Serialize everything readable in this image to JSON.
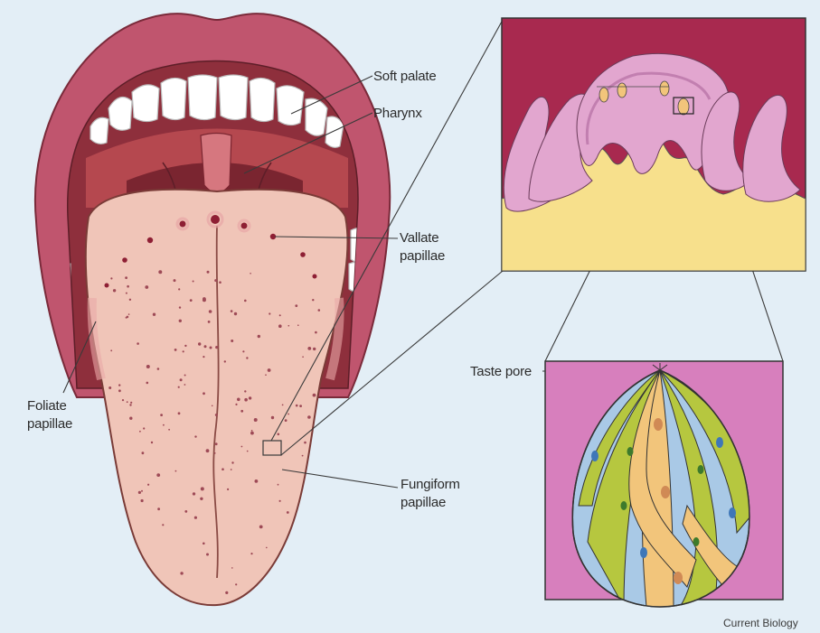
{
  "labels": {
    "soft_palate": "Soft palate",
    "pharynx": "Pharynx",
    "vallate_1": "Vallate",
    "vallate_2": "papillae",
    "foliate_1": "Foliate",
    "foliate_2": "papillae",
    "fungiform_1": "Fungiform",
    "fungiform_2": "papillae",
    "taste_pore": "Taste pore"
  },
  "credit": "Current Biology",
  "colors": {
    "background": "#e3eef6",
    "lips": "#c0556e",
    "mouth_interior": "#8e2f3c",
    "tongue": "#f0c5b8",
    "teeth": "#ffffff",
    "tissue_dark": "#a8294f",
    "papilla_pink": "#e2a6cf",
    "tissue_yellow": "#f7e08c",
    "bud_background": "#d77fbd",
    "cell_green": "#b6c73f",
    "cell_blue": "#a9c9e6",
    "cell_orange": "#f2c57b",
    "nucleus_blue": "#3f77b8",
    "nucleus_green": "#3d7a2c",
    "nucleus_orange": "#d08a55"
  }
}
